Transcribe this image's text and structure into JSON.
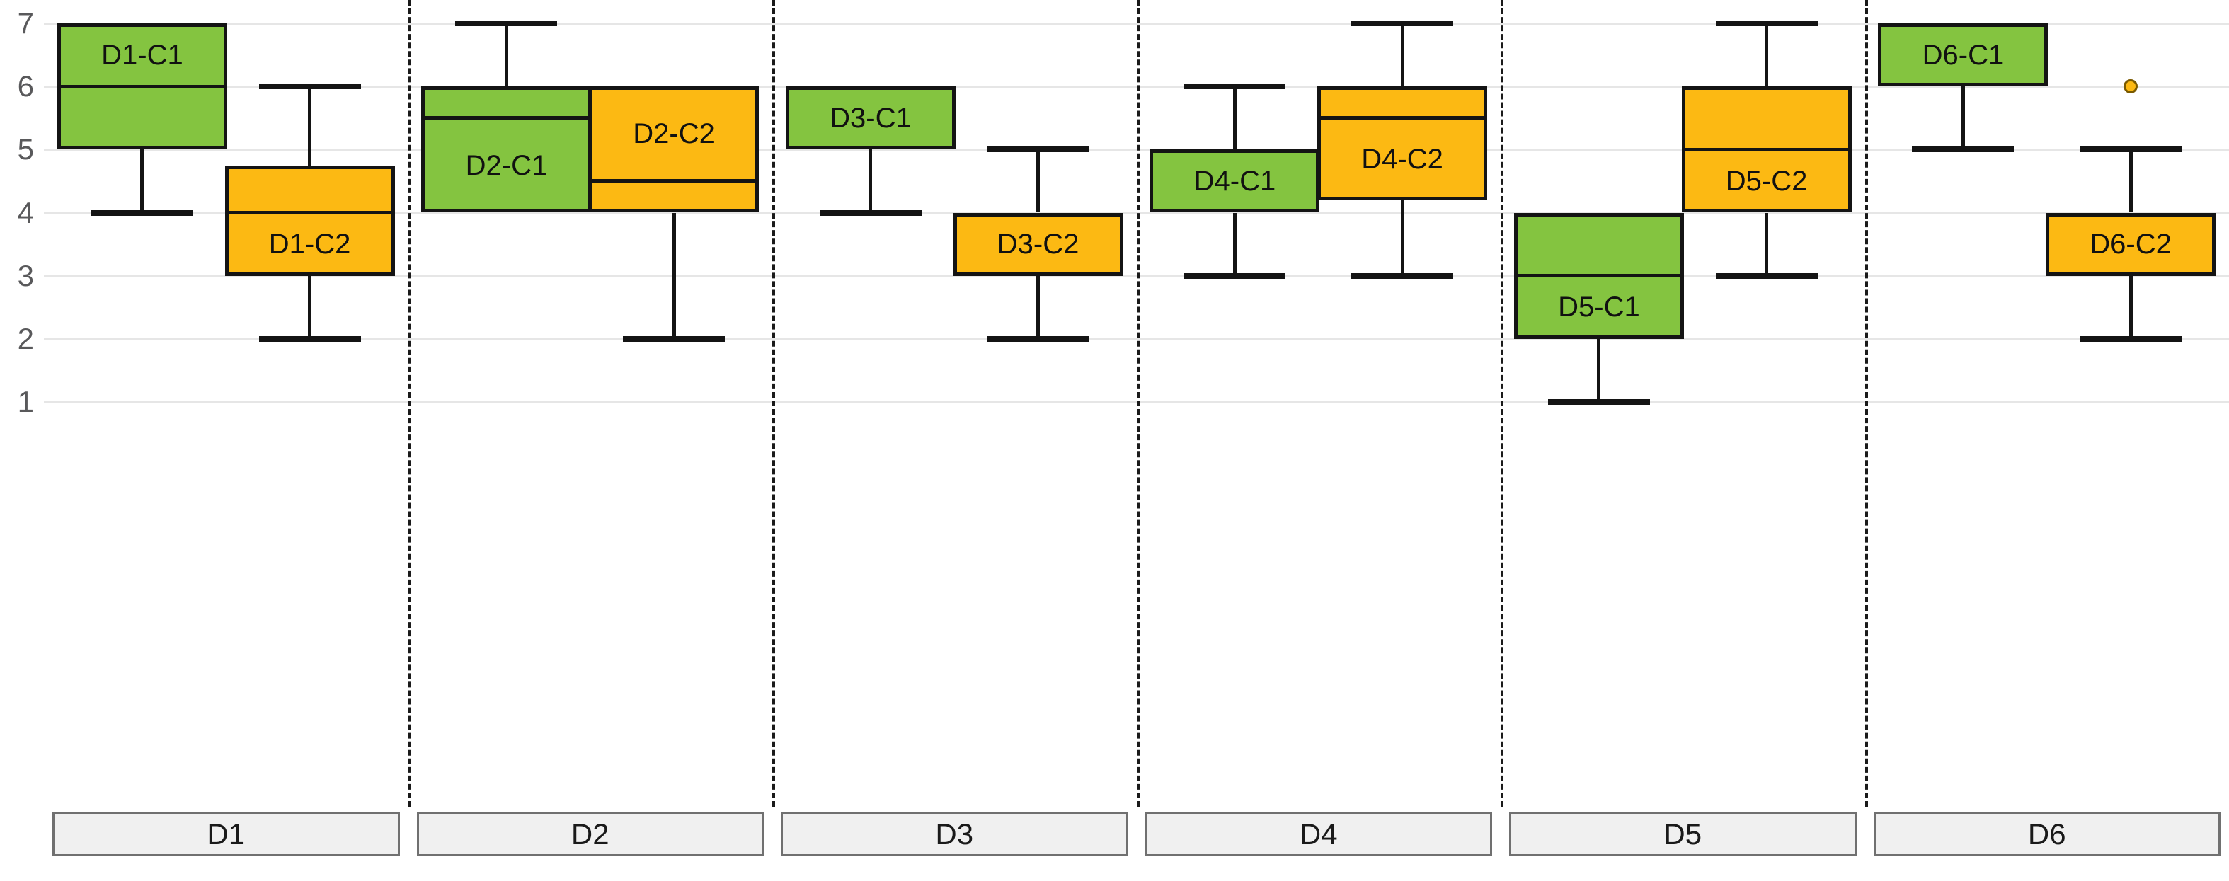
{
  "chart_data": {
    "type": "box",
    "title": "",
    "xlabel": "",
    "ylabel": "",
    "ylim": [
      1,
      7
    ],
    "yticks": [
      1,
      2,
      3,
      4,
      5,
      6,
      7
    ],
    "ytick_labels": [
      "1",
      "2",
      "3",
      "4",
      "5",
      "6",
      "7"
    ],
    "grid": true,
    "legend": null,
    "categories": [
      "D1",
      "D2",
      "D3",
      "D4",
      "D5",
      "D6"
    ],
    "series_colors": {
      "C1": "#84c440",
      "C2": "#fcb913",
      "line": "#141414",
      "grid": "#e6e6e6",
      "divider": "#1a1a1a"
    },
    "boxes": [
      {
        "label": "D1-C1",
        "group": "D1",
        "cond": "C1",
        "whisker_low": 4,
        "q1": 5,
        "median": 6,
        "q3": 7,
        "whisker_high": 7,
        "outliers": []
      },
      {
        "label": "D1-C2",
        "group": "D1",
        "cond": "C2",
        "whisker_low": 2,
        "q1": 3,
        "median": 4,
        "q3": 4.75,
        "whisker_high": 6,
        "outliers": []
      },
      {
        "label": "D2-C1",
        "group": "D2",
        "cond": "C1",
        "whisker_low": 4,
        "q1": 4,
        "median": 5.5,
        "q3": 6,
        "whisker_high": 7,
        "outliers": []
      },
      {
        "label": "D2-C2",
        "group": "D2",
        "cond": "C2",
        "whisker_low": 2,
        "q1": 4,
        "median": 4.5,
        "q3": 6,
        "whisker_high": 6,
        "outliers": []
      },
      {
        "label": "D3-C1",
        "group": "D3",
        "cond": "C1",
        "whisker_low": 4,
        "q1": 5,
        "median": 5,
        "q3": 6,
        "whisker_high": 6,
        "outliers": []
      },
      {
        "label": "D3-C2",
        "group": "D3",
        "cond": "C2",
        "whisker_low": 2,
        "q1": 3,
        "median": 3,
        "q3": 4,
        "whisker_high": 5,
        "outliers": []
      },
      {
        "label": "D4-C1",
        "group": "D4",
        "cond": "C1",
        "whisker_low": 3,
        "q1": 4,
        "median": 4,
        "q3": 5,
        "whisker_high": 6,
        "outliers": []
      },
      {
        "label": "D4-C2",
        "group": "D4",
        "cond": "C2",
        "whisker_low": 3,
        "q1": 4.2,
        "median": 5.5,
        "q3": 6,
        "whisker_high": 7,
        "outliers": []
      },
      {
        "label": "D5-C1",
        "group": "D5",
        "cond": "C1",
        "whisker_low": 1,
        "q1": 2,
        "median": 3,
        "q3": 4,
        "whisker_high": 4,
        "outliers": []
      },
      {
        "label": "D5-C2",
        "group": "D5",
        "cond": "C2",
        "whisker_low": 3,
        "q1": 4,
        "median": 5,
        "q3": 6,
        "whisker_high": 7,
        "outliers": []
      },
      {
        "label": "D6-C1",
        "group": "D6",
        "cond": "C1",
        "whisker_low": 5,
        "q1": 6,
        "median": 6,
        "q3": 7,
        "whisker_high": 7,
        "outliers": []
      },
      {
        "label": "D6-C2",
        "group": "D6",
        "cond": "C2",
        "whisker_low": 2,
        "q1": 3,
        "median": 3,
        "q3": 4,
        "whisker_high": 5,
        "outliers": [
          6
        ]
      }
    ]
  },
  "axis": {
    "y_labels": [
      "7",
      "6",
      "5",
      "4",
      "3",
      "2",
      "1"
    ],
    "x_labels": [
      "D1",
      "D2",
      "D3",
      "D4",
      "D5",
      "D6"
    ]
  }
}
